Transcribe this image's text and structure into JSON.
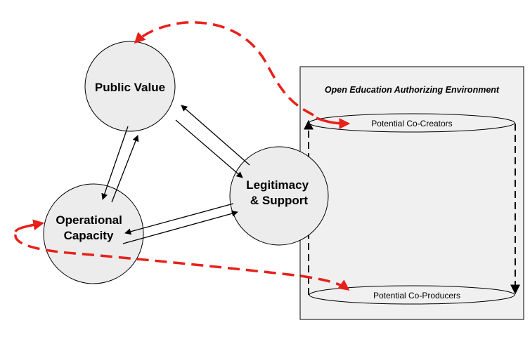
{
  "nodes": {
    "public_value": "Public Value",
    "operational_capacity": [
      "Operational",
      "Capacity"
    ],
    "legitimacy_support": [
      "Legitimacy",
      "& Support"
    ]
  },
  "environment": {
    "title": "Open Education Authorizing Environment",
    "co_creators": "Potential Co-Creators",
    "co_producers": "Potential Co-Producers"
  },
  "colors": {
    "node_fill": "#ececec",
    "env_fill": "#f0f0f0",
    "red_arrow": "#e8201a",
    "stroke": "#000000"
  }
}
